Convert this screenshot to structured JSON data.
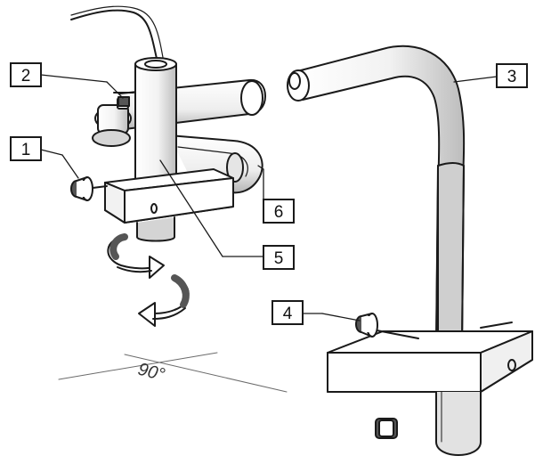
{
  "figure": {
    "callouts": [
      {
        "id": "1",
        "label": "1",
        "part": "knob-screw"
      },
      {
        "id": "2",
        "label": "2",
        "part": "clamp-screw"
      },
      {
        "id": "3",
        "label": "3",
        "part": "gooseneck-stand-arm"
      },
      {
        "id": "4",
        "label": "4",
        "part": "stand-base-knob"
      },
      {
        "id": "5",
        "label": "5",
        "part": "vertical-holder-tube"
      },
      {
        "id": "6",
        "label": "6",
        "part": "bent-connector-tube"
      }
    ],
    "rotation": {
      "angle_label": "90°",
      "arrows": [
        "rotate-arrow-upper",
        "rotate-arrow-lower"
      ]
    },
    "colors": {
      "line": "#1a1a1a",
      "fill": "#ffffff",
      "shade": "#cfcfcf",
      "dark_band": "#555555"
    }
  }
}
